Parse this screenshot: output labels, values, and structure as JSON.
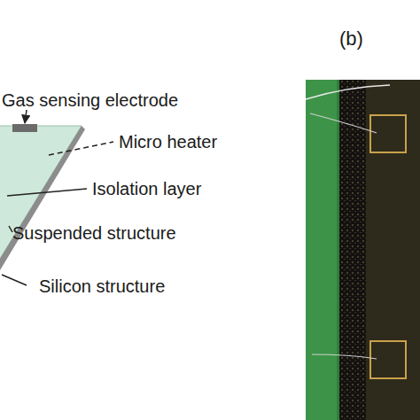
{
  "diagram": {
    "labels": [
      "(b)",
      "Gas sensing electrode",
      "Micro heater",
      "Isolation layer",
      "Suspended structure",
      "Silicon structure"
    ]
  }
}
